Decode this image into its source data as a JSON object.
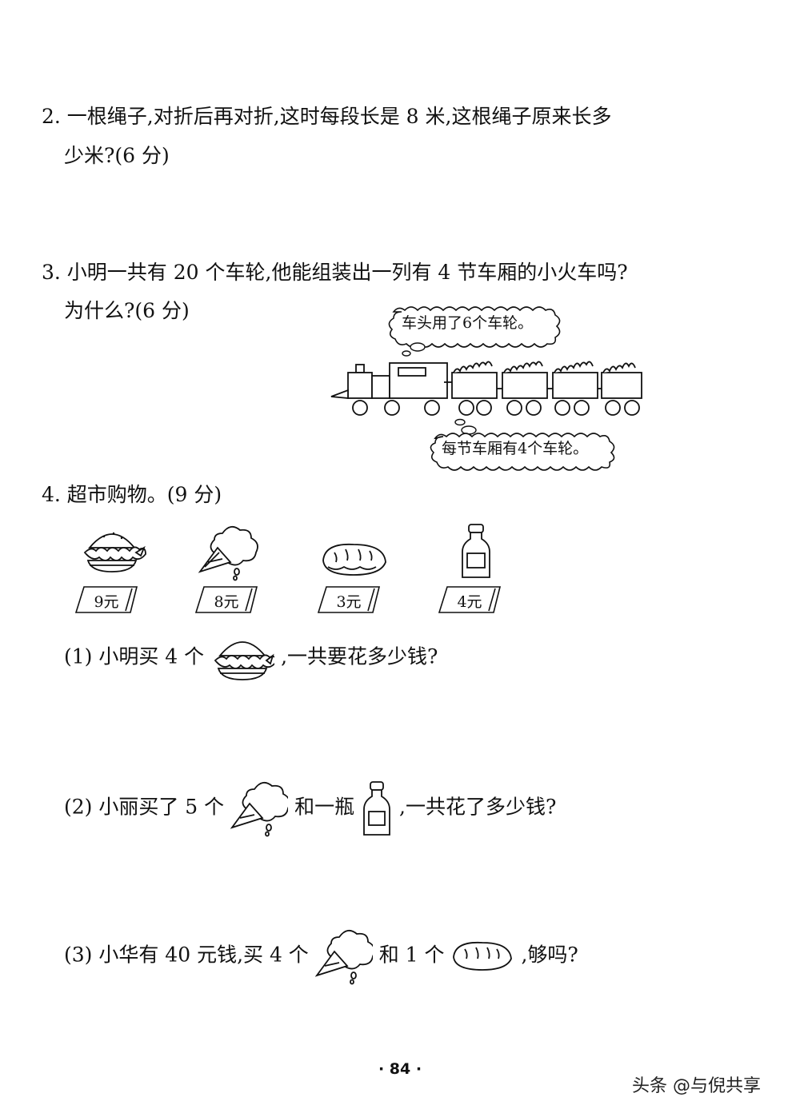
{
  "questions": {
    "q2": {
      "line1": "2. 一根绳子,对折后再对折,这时每段长是 8 米,这根绳子原来长多",
      "line2": "少米?(6 分)"
    },
    "q3": {
      "line1": "3. 小明一共有 20 个车轮,他能组装出一列有 4 节车厢的小火车吗?",
      "line2": "为什么?(6 分)",
      "bubble_top": "车头用了6个车轮。",
      "bubble_bottom": "每节车厢有4个车轮。"
    },
    "q4": {
      "title": "4. 超市购物。(9 分)",
      "prices": [
        "9元",
        "8元",
        "3元",
        "4元"
      ],
      "sub1": {
        "prefix": "(1) 小明买 4 个",
        "suffix": ",一共要花多少钱?"
      },
      "sub2": {
        "prefix": "(2) 小丽买了 5 个",
        "middle": "和一瓶",
        "suffix": ",一共花了多少钱?"
      },
      "sub3": {
        "prefix": "(3) 小华有 40 元钱,买 4 个",
        "middle": "和 1 个",
        "suffix": ",够吗?"
      }
    }
  },
  "footer": {
    "page_number": "· 84 ·",
    "watermark": "头条 @与倪共享"
  },
  "icons": [
    "burger-icon",
    "ice-cream-icon",
    "bread-icon",
    "milk-bottle-icon",
    "train-icon"
  ]
}
